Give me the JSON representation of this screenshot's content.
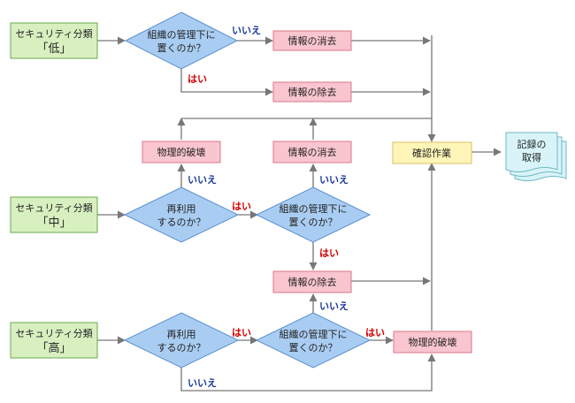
{
  "colors": {
    "classify_fill": "#d8f0c0",
    "classify_stroke": "#6aa84f",
    "diamond_fill": "#a9cdf2",
    "diamond_stroke": "#5b8fd0",
    "action_fill": "#f9c5cf",
    "action_stroke": "#d9788a",
    "confirm_fill": "#fff5b8",
    "confirm_stroke": "#d8c060",
    "doc_fill": "#d8f4f8",
    "doc_stroke": "#6fb8c8",
    "line": "#777777",
    "yes_label": "#d40000",
    "no_label": "#1a3a9a"
  },
  "classifications": {
    "low": {
      "line1": "セキュリティ分類",
      "line2": "「低」"
    },
    "mid": {
      "line1": "セキュリティ分類",
      "line2": "「中」"
    },
    "high": {
      "line1": "セキュリティ分類",
      "line2": "「高」"
    }
  },
  "decisions": {
    "managed_line1": "組織の管理下に",
    "managed_line2": "置くのか？",
    "reuse_line1": "再利用",
    "reuse_line2": "するのか？"
  },
  "answers": {
    "yes": "はい",
    "no": "いいえ"
  },
  "actions": {
    "erase": "情報の消去",
    "remove": "情報の除去",
    "destroy": "物理的破壊",
    "confirm": "確認作業"
  },
  "record": {
    "line1": "記録の",
    "line2": "取得"
  }
}
